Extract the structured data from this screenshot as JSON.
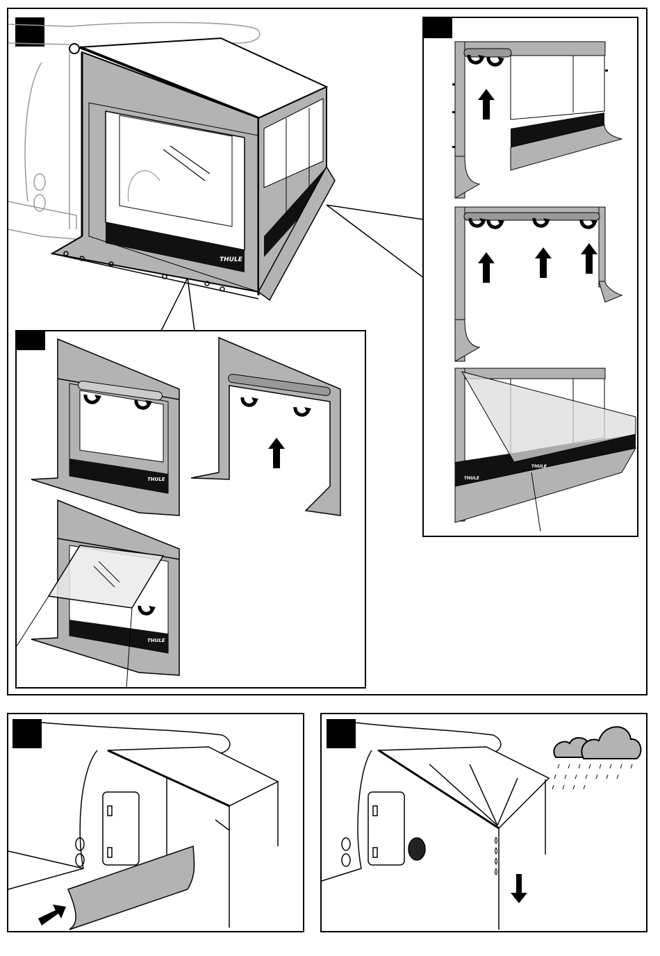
{
  "brand": {
    "logo_text": "THULE"
  },
  "colors": {
    "canvas": "#b3b3b3",
    "panel_dark": "#111111",
    "line": "#000000",
    "caravan": "#ffffff",
    "badge": "#000000"
  },
  "panels": [
    {
      "id": "main",
      "badge": ""
    },
    {
      "id": "side-wall-steps",
      "badge": ""
    },
    {
      "id": "front-panel-steps",
      "badge": ""
    },
    {
      "id": "bottom-left",
      "badge": ""
    },
    {
      "id": "bottom-right",
      "badge": ""
    }
  ],
  "icons": [
    "arrow-up-icon",
    "arrow-down-icon",
    "arrow-right-icon",
    "curl-arrow-icon",
    "rain-cloud-icon"
  ]
}
